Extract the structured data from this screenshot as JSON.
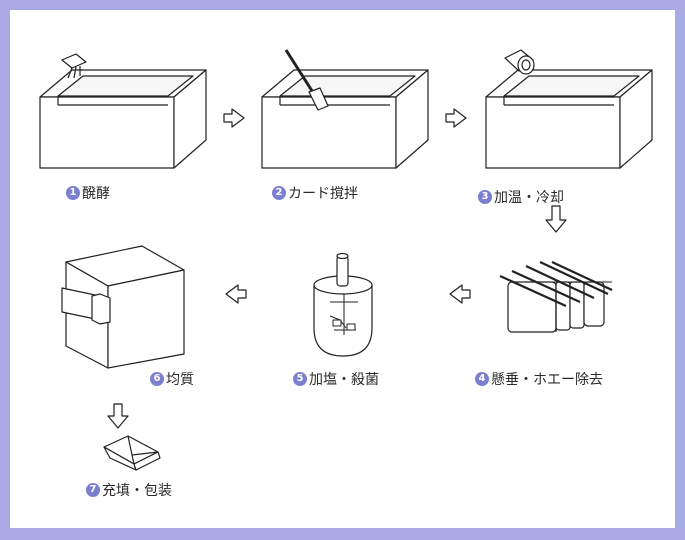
{
  "steps": [
    {
      "number": "1",
      "label": "醗酵"
    },
    {
      "number": "2",
      "label": "カード撹拌"
    },
    {
      "number": "3",
      "label": "加温・冷却"
    },
    {
      "number": "4",
      "label": "懸垂・ホエー除去"
    },
    {
      "number": "5",
      "label": "加塩・殺菌"
    },
    {
      "number": "6",
      "label": "均質"
    },
    {
      "number": "7",
      "label": "充填・包装"
    }
  ],
  "colors": {
    "border": "#a9a9e6",
    "badge": "#7b7fd0",
    "line": "#222222"
  }
}
